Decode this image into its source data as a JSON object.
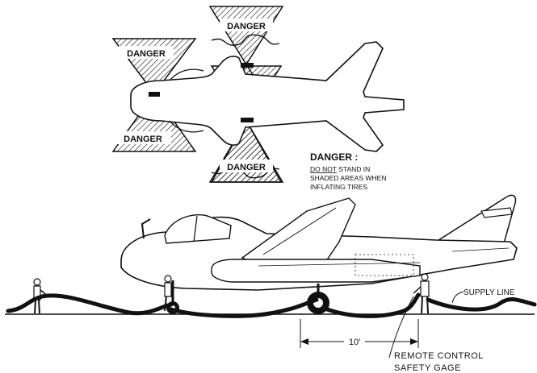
{
  "plan_view": {
    "zone_labels": [
      "DANGER",
      "DANGER",
      "DANGER",
      "DANGER"
    ]
  },
  "danger_note": {
    "heading": "DANGER :",
    "line1_emphasis": "DO NOT",
    "line1_rest": " STAND IN",
    "line2": "SHADED AREAS WHEN",
    "line3": "INFLATING TIRES"
  },
  "side_view": {
    "supply_line_label": "SUPPLY LINE",
    "distance_label": "10'",
    "remote_label_line1": "REMOTE CONTROL",
    "remote_label_line2": "SAFETY GAGE"
  }
}
